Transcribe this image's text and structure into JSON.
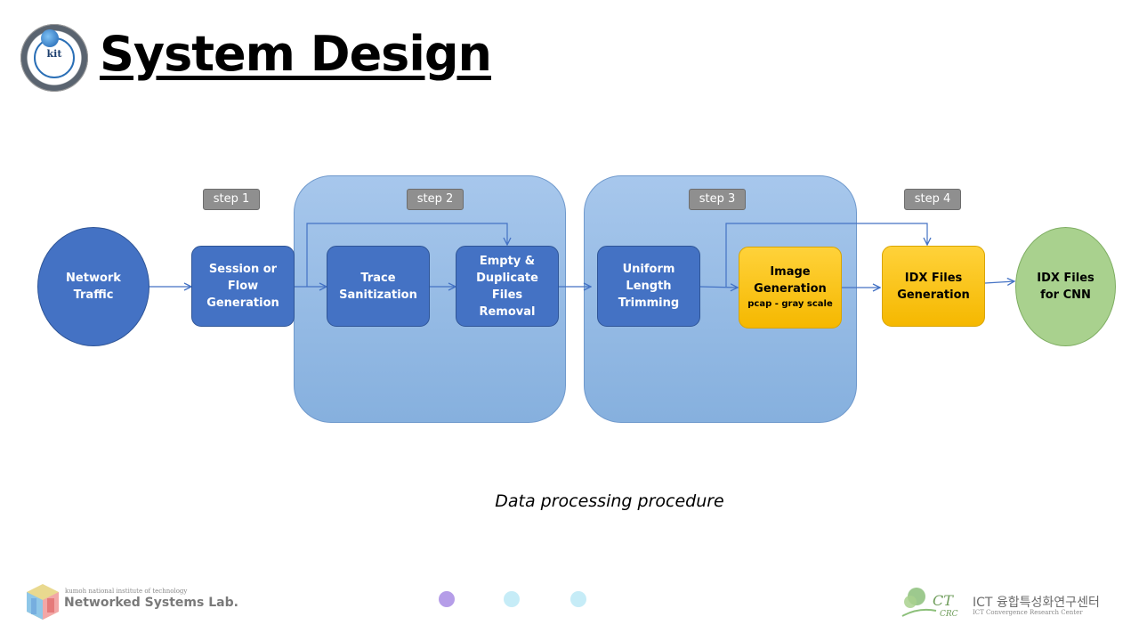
{
  "header": {
    "title": "System Design",
    "logo_text": "kit"
  },
  "steps": {
    "step1": "step 1",
    "step2": "step 2",
    "step3": "step 3",
    "step4": "step 4"
  },
  "nodes": {
    "network_traffic": "Network Traffic",
    "session_flow": "Session or Flow Generation",
    "trace_sanitization": "Trace Sanitization",
    "empty_duplicate": "Empty & Duplicate Files Removal",
    "uniform_length": "Uniform Length Trimming",
    "image_generation": "Image Generation",
    "image_generation_sub": "pcap - gray scale",
    "idx_generation": "IDX Files Generation",
    "idx_cnn": "IDX Files for CNN"
  },
  "caption": "Data processing procedure",
  "footer": {
    "lab_small": "kumoh national institute of technology",
    "lab_name": "Networked Systems Lab.",
    "ict_title": "ICT 융합특성화연구센터",
    "ict_sub": "ICT Convergence Research Center",
    "ict_logo_text": "CT",
    "ict_logo_sub": "CRC"
  },
  "pagination": {
    "dots": [
      "active",
      "inactive",
      "inactive"
    ],
    "active_color": "#b59de8",
    "inactive_color": "#c6ecf7"
  },
  "colors": {
    "process_blue": "#4472c4",
    "group_blue": "#9dbfe6",
    "highlight_gold": "#ffc000",
    "output_green": "#a9d18e",
    "step_gray": "#8f8f8f"
  }
}
